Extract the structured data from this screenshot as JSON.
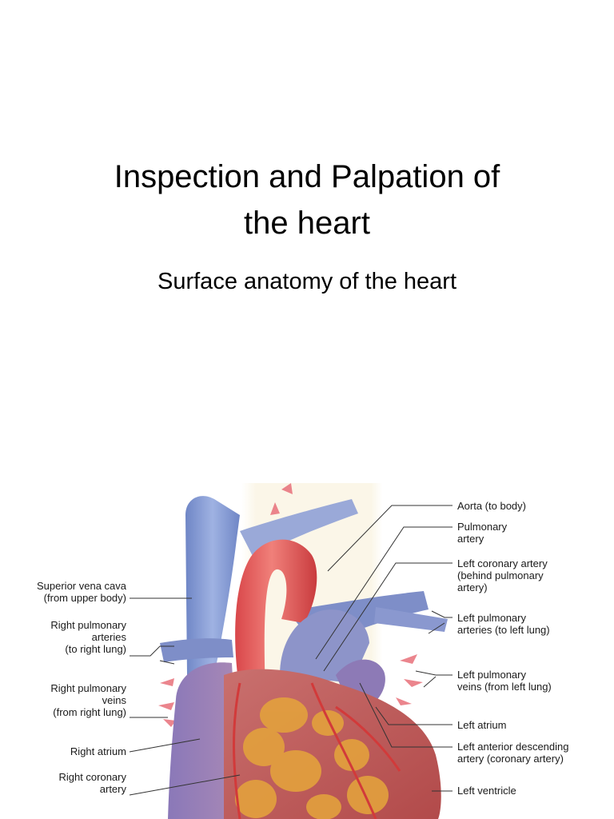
{
  "slide": {
    "title_lines": [
      "Inspection and Palpation of",
      "the heart"
    ],
    "subtitle": "Surface anatomy of the heart"
  },
  "diagram": {
    "labels_right": [
      {
        "lines": [
          "Aorta (to body)"
        ]
      },
      {
        "lines": [
          "Pulmonary",
          "artery"
        ]
      },
      {
        "lines": [
          "Left coronary artery",
          "(behind pulmonary",
          "artery)"
        ]
      },
      {
        "lines": [
          "Left pulmonary",
          "arteries (to left lung)"
        ]
      },
      {
        "lines": [
          "Left pulmonary",
          "veins (from left lung)"
        ]
      },
      {
        "lines": [
          "Left atrium"
        ]
      },
      {
        "lines": [
          "Left anterior descending",
          "artery (coronary artery)"
        ]
      },
      {
        "lines": [
          "Left ventricle"
        ]
      }
    ],
    "labels_left": [
      {
        "lines": [
          "Superior vena cava",
          "(from upper body)"
        ]
      },
      {
        "lines": [
          "Right pulmonary",
          "arteries",
          "(to right lung)"
        ]
      },
      {
        "lines": [
          "Right pulmonary",
          "veins",
          "(from right lung)"
        ]
      },
      {
        "lines": [
          "Right atrium"
        ]
      },
      {
        "lines": [
          "Right coronary",
          "artery"
        ]
      }
    ]
  }
}
